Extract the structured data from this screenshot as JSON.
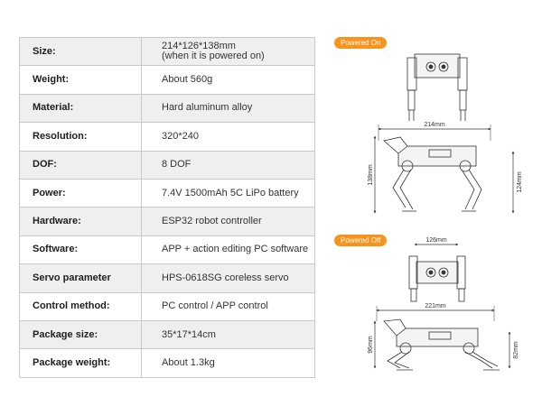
{
  "specs": [
    {
      "label": "Size:",
      "value": "214*126*138mm",
      "value2": "(when it is powered on)"
    },
    {
      "label": "Weight:",
      "value": "About 560g"
    },
    {
      "label": "Material:",
      "value": "Hard aluminum alloy"
    },
    {
      "label": "Resolution:",
      "value": "320*240"
    },
    {
      "label": "DOF:",
      "value": "8 DOF"
    },
    {
      "label": "Power:",
      "value": "7.4V 1500mAh 5C LiPo battery"
    },
    {
      "label": "Hardware:",
      "value": "ESP32 robot controller"
    },
    {
      "label": "Software:",
      "value": "APP + action editing PC software"
    },
    {
      "label": "Servo parameter",
      "value": "HPS-0618SG coreless servo"
    },
    {
      "label": "Control method:",
      "value": "PC control / APP control"
    },
    {
      "label": "Package size:",
      "value": "35*17*14cm"
    },
    {
      "label": "Package weight:",
      "value": "About 1.3kg"
    }
  ],
  "diagram": {
    "powered_on": {
      "badge": "Powered On",
      "width_label": "214mm",
      "height_label": "138mm",
      "side_label": "124mm"
    },
    "powered_off": {
      "badge": "Powered Off",
      "top_label": "126mm",
      "width_label": "221mm",
      "height_label": "96mm",
      "side_label": "82mm"
    }
  },
  "colors": {
    "accent": "#f7941d",
    "row_alt": "#efefef",
    "border": "#c9c9c9"
  }
}
